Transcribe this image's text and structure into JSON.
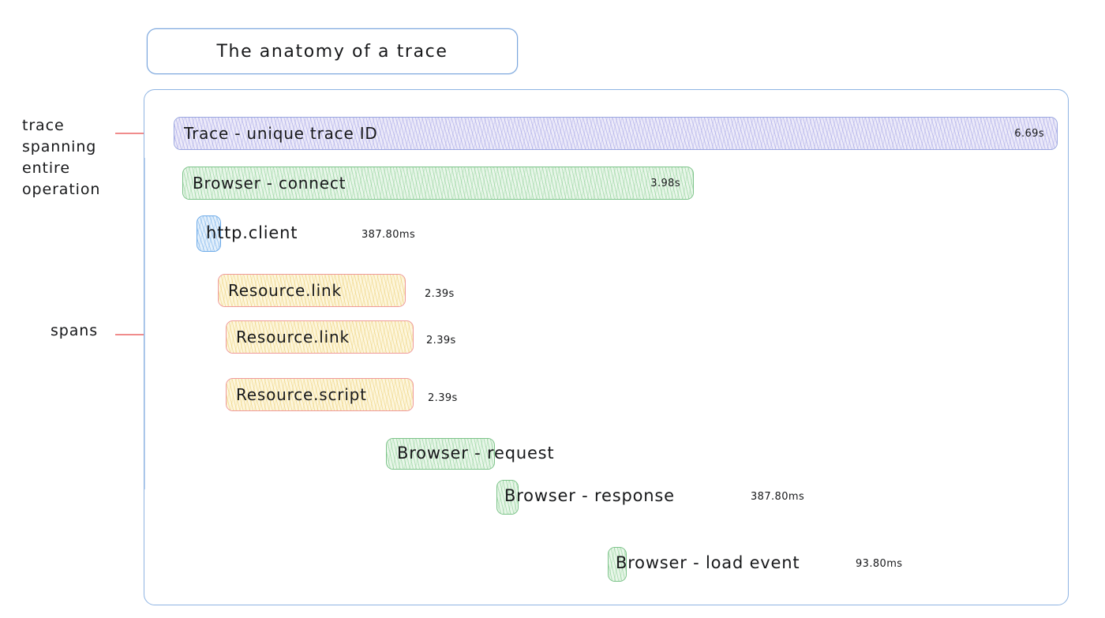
{
  "title": {
    "text": "The anatomy of a trace"
  },
  "annotations": [
    {
      "name": "trace-annotation",
      "lines": [
        "trace",
        "spanning",
        "entire",
        "operation"
      ]
    },
    {
      "name": "spans-annotation",
      "lines": [
        "spans"
      ]
    }
  ],
  "colors": {
    "container_border": "#8fb4e3",
    "title_border": "#7aa6dd",
    "trace_fill": "#eceaf9",
    "trace_border": "#9aa6e0",
    "browser_fill": "#e8f6e9",
    "browser_border": "#7cc389",
    "http_fill": "#e4f0fb",
    "http_border": "#6aa9e8",
    "resource_fill": "#fdf6dd",
    "resource_border": "#ef9a9a",
    "annotation_line": "#f08c8c"
  },
  "spans": [
    {
      "id": "trace-row",
      "label": "Trace - unique trace ID",
      "duration": "6.69s",
      "kind": "trace",
      "duration_inside": true
    },
    {
      "id": "browser-connect-row",
      "label": "Browser - connect",
      "duration": "3.98s",
      "kind": "browser",
      "duration_inside": true
    },
    {
      "id": "http-client-row",
      "label": "http.client",
      "duration": "387.80ms",
      "kind": "http",
      "duration_inside": false
    },
    {
      "id": "resource-link-1-row",
      "label": "Resource.link",
      "duration": "2.39s",
      "kind": "resource",
      "duration_inside": false
    },
    {
      "id": "resource-link-2-row",
      "label": "Resource.link",
      "duration": "2.39s",
      "kind": "resource",
      "duration_inside": false
    },
    {
      "id": "resource-script-row",
      "label": "Resource.script",
      "duration": "2.39s",
      "kind": "resource",
      "duration_inside": false
    },
    {
      "id": "browser-request-row",
      "label": "Browser - request",
      "duration": "",
      "kind": "browser",
      "duration_inside": false
    },
    {
      "id": "browser-response-row",
      "label": "Browser - response",
      "duration": "387.80ms",
      "kind": "browser",
      "duration_inside": false
    },
    {
      "id": "browser-load-row",
      "label": "Browser - load event",
      "duration": "93.80ms",
      "kind": "browser",
      "duration_inside": false
    }
  ]
}
